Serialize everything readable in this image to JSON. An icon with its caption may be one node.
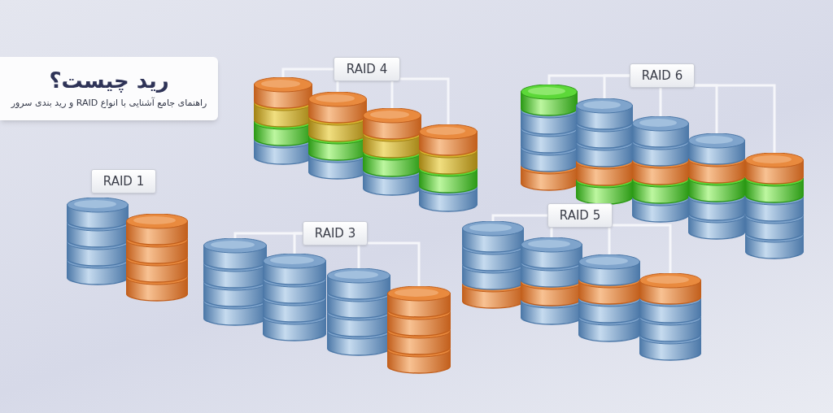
{
  "diagram": {
    "nodes": [
      {
        "text": [
          "رید چیست؟",
          "راهنمای جامع آشنایی با انواع RAID و رید بندی سرور"
        ]
      },
      {
        "text": [
          "RAID 4"
        ]
      },
      {
        "text": [],
        "shape": "cylinder"
      },
      {
        "text": [],
        "shape": "cylinder"
      },
      {
        "text": [],
        "shape": "cylinder"
      },
      {
        "text": [],
        "shape": "cylinder"
      },
      {
        "text": [
          "RAID 6"
        ]
      },
      {
        "text": [],
        "shape": "cylinder"
      },
      {
        "text": [],
        "shape": "cylinder"
      },
      {
        "text": [],
        "shape": "cylinder"
      },
      {
        "text": [],
        "shape": "cylinder"
      },
      {
        "text": [],
        "shape": "cylinder"
      },
      {
        "text": [
          "RAID 1"
        ]
      },
      {
        "text": [],
        "shape": "cylinder"
      },
      {
        "text": [],
        "shape": "cylinder"
      },
      {
        "text": [
          "RAID 3"
        ]
      },
      {
        "text": [],
        "shape": "cylinder"
      },
      {
        "text": [],
        "shape": "cylinder"
      },
      {
        "text": [],
        "shape": "cylinder"
      },
      {
        "text": [],
        "shape": "cylinder"
      },
      {
        "text": [
          "RAID 5"
        ]
      },
      {
        "text": [],
        "shape": "cylinder"
      },
      {
        "text": [],
        "shape": "cylinder"
      },
      {
        "text": [],
        "shape": "cylinder"
      },
      {
        "text": [],
        "shape": "cylinder"
      }
    ],
    "edges": [
      {
        "from": 1,
        "to": 2,
        "arrow": "none"
      },
      {
        "from": 1,
        "to": 3,
        "arrow": "none"
      },
      {
        "from": 1,
        "to": 4,
        "arrow": "none"
      },
      {
        "from": 1,
        "to": 5,
        "arrow": "none"
      },
      {
        "from": 6,
        "to": 7,
        "arrow": "none"
      },
      {
        "from": 6,
        "to": 8,
        "arrow": "none"
      },
      {
        "from": 6,
        "to": 9,
        "arrow": "none"
      },
      {
        "from": 6,
        "to": 10,
        "arrow": "none"
      },
      {
        "from": 6,
        "to": 11,
        "arrow": "none"
      },
      {
        "from": 15,
        "to": 16,
        "arrow": "none"
      },
      {
        "from": 15,
        "to": 17,
        "arrow": "none"
      },
      {
        "from": 15,
        "to": 18,
        "arrow": "none"
      },
      {
        "from": 15,
        "to": 19,
        "arrow": "none"
      },
      {
        "from": 20,
        "to": 21,
        "arrow": "none"
      },
      {
        "from": 20,
        "to": 22,
        "arrow": "none"
      },
      {
        "from": 20,
        "to": 23,
        "arrow": "none"
      },
      {
        "from": 20,
        "to": 24,
        "arrow": "none"
      }
    ]
  }
}
